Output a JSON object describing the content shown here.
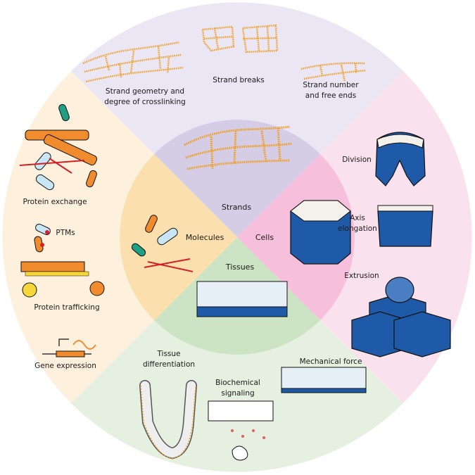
{
  "colors": {
    "purple": "#ebe6f3",
    "pink": "#f9e1ee",
    "green": "#e5f0e1",
    "orange": "#fdf1de",
    "purple_inner": "#d5cde6",
    "pink_inner": "#f6c0dc",
    "green_inner": "#cde4c4",
    "orange_inner": "#fbdfae",
    "strand": "#f0a028",
    "cell_blue": "#1f5aa8",
    "red": "#d32027"
  },
  "inner_labels": {
    "strands": "Strands",
    "cells": "Cells",
    "tissues": "Tissues",
    "molecules": "Molecules"
  },
  "outer_labels": {
    "strand_geometry_1": "Strand geometry and",
    "strand_geometry_2": "degree of crosslinking",
    "strand_breaks": "Strand breaks",
    "strand_number_1": "Strand number",
    "strand_number_2": "and free ends",
    "division": "Division",
    "axis_1": "Axis",
    "axis_2": "elongation",
    "extrusion": "Extrusion",
    "mechanical_force": "Mechanical force",
    "biochemical_1": "Biochemical",
    "biochemical_2": "signaling",
    "tissue_diff_1": "Tissue",
    "tissue_diff_2": "differentiation",
    "gene_expression": "Gene expression",
    "protein_trafficking": "Protein trafficking",
    "ptms": "PTMs",
    "protein_exchange": "Protein exchange"
  }
}
